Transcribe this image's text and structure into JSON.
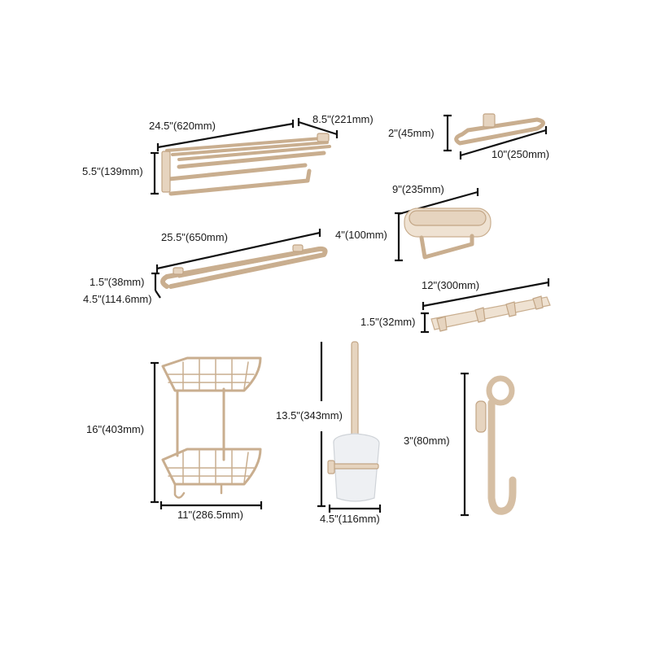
{
  "products": [
    {
      "name": "double-towel-shelf",
      "dimensions": {
        "length": "24.5\"(620mm)",
        "depth": "8.5\"(221mm)",
        "height": "5.5\"(139mm)"
      }
    },
    {
      "name": "towel-ring",
      "dimensions": {
        "height": "2\"(45mm)",
        "length": "10\"(250mm)"
      }
    },
    {
      "name": "towel-bar",
      "dimensions": {
        "length": "25.5\"(650mm)",
        "height": "1.5\"(38mm)",
        "depth": "4.5\"(114.6mm)"
      }
    },
    {
      "name": "toilet-paper-holder-with-shelf",
      "dimensions": {
        "width": "9\"(235mm)",
        "height": "4\"(100mm)"
      }
    },
    {
      "name": "robe-hook-rail",
      "dimensions": {
        "length": "12\"(300mm)",
        "height": "1.5\"(32mm)"
      }
    },
    {
      "name": "corner-shower-caddy",
      "dimensions": {
        "height": "16\"(403mm)",
        "width": "11\"(286.5mm)"
      }
    },
    {
      "name": "toilet-brush-holder",
      "dimensions": {
        "height": "13.5\"(343mm)",
        "width": "4.5\"(116mm)"
      }
    },
    {
      "name": "single-hook",
      "dimensions": {
        "height": "3\"(80mm)"
      }
    }
  ],
  "colors": {
    "finish": "#c9ae8f",
    "finish_light": "#e6d4bf",
    "dimension_line": "#111111",
    "glass": "#eef0f3"
  }
}
